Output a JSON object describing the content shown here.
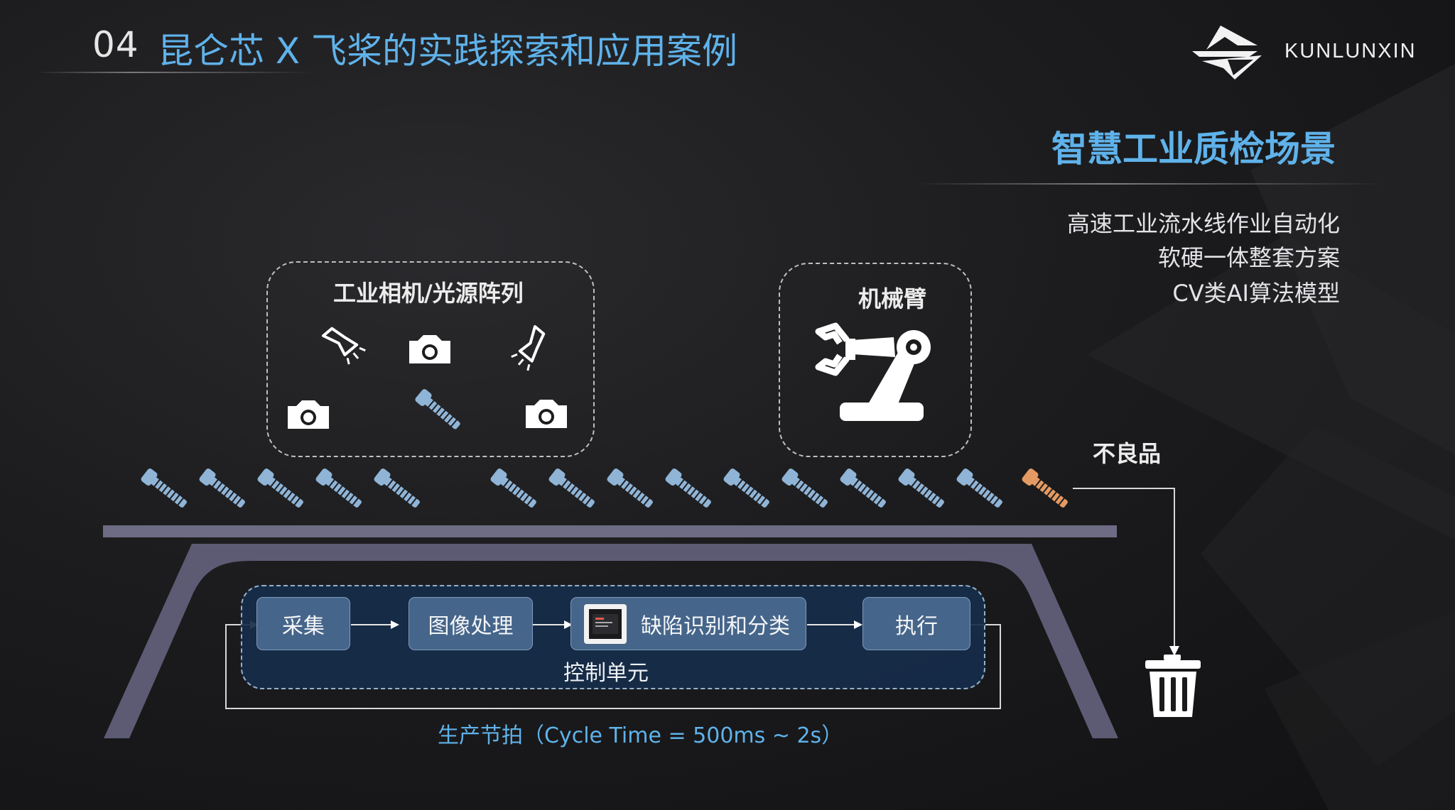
{
  "header": {
    "slide_number": "04",
    "title": "昆仑芯 X 飞桨的实践探索和应用案例"
  },
  "brand": {
    "name": "KUNLUNXIN"
  },
  "scene": {
    "heading": "智慧工业质检场景",
    "features": [
      "高速工业流水线作业自动化",
      "软硬一体整套方案",
      "CV类AI算法模型"
    ]
  },
  "camera_group": {
    "label": "工业相机/光源阵列",
    "icons": [
      "flashlight-icon",
      "camera-icon",
      "flashlight-icon",
      "camera-icon",
      "screw-icon",
      "camera-icon"
    ]
  },
  "arm_group": {
    "label": "机械臂",
    "icon": "robot-arm-icon"
  },
  "conveyor": {
    "defect_label": "不良品",
    "bin_icon": "trash-bin-icon",
    "screw_colors": {
      "normal": "#8fb4d6",
      "defective": "#e49a62"
    }
  },
  "control_unit": {
    "label": "控制单元",
    "steps": [
      {
        "label": "采集"
      },
      {
        "label": "图像处理"
      },
      {
        "label": "缺陷识别和分类",
        "icon": "chip-icon"
      },
      {
        "label": "执行"
      }
    ]
  },
  "cycle": {
    "label": "生产节拍（Cycle Time = 500ms ~ 2s）"
  },
  "colors": {
    "accent": "#5fb2ea",
    "step_fill": "#46658a",
    "panel_fill": "#162c4a"
  }
}
